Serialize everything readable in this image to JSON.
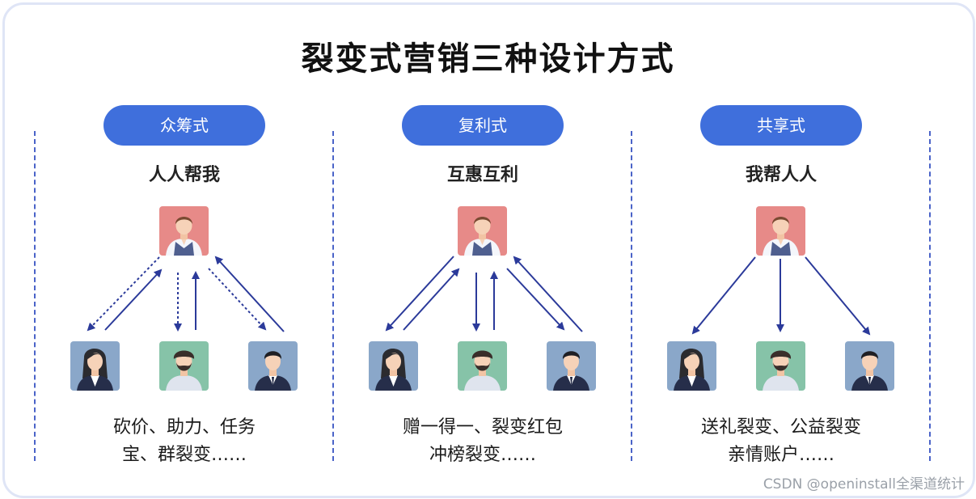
{
  "title": "裂变式营销三种设计方式",
  "columns": [
    {
      "pill": "众筹式",
      "subtitle": "人人帮我",
      "desc_line1": "砍价、助力、任务",
      "desc_line2": "宝、群裂变……"
    },
    {
      "pill": "复利式",
      "subtitle": "互惠互利",
      "desc_line1": "赠一得一、裂变红包",
      "desc_line2": "冲榜裂变……"
    },
    {
      "pill": "共享式",
      "subtitle": "我帮人人",
      "desc_line1": "送礼裂变、公益裂变",
      "desc_line2": "亲情账户……"
    }
  ],
  "watermark": "CSDN @openinstall全渠道统计",
  "colors": {
    "accent": "#3f6fdc",
    "arrow": "#2b3a9a",
    "border": "#dfe5f6",
    "avatar_top_bg": "#e78a88",
    "avatar_woman_bg": "#8aa7c9",
    "avatar_bearded_bg": "#86c3a8",
    "avatar_man_bg": "#8aa7c9"
  }
}
